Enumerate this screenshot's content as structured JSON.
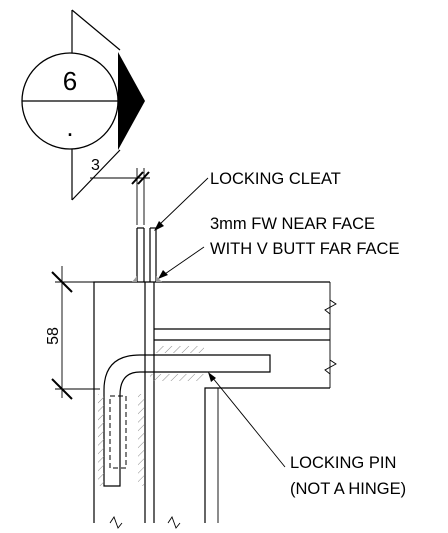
{
  "section_marker": {
    "number": "6",
    "sheet": "."
  },
  "dimensions": {
    "gap": "3",
    "height": "58"
  },
  "labels": {
    "cleat": "LOCKING CLEAT",
    "weld_line1": "3mm FW NEAR FACE",
    "weld_line2": "WITH V BUTT FAR FACE",
    "pin_line1": "LOCKING PIN",
    "pin_line2": "(NOT A HINGE)"
  }
}
